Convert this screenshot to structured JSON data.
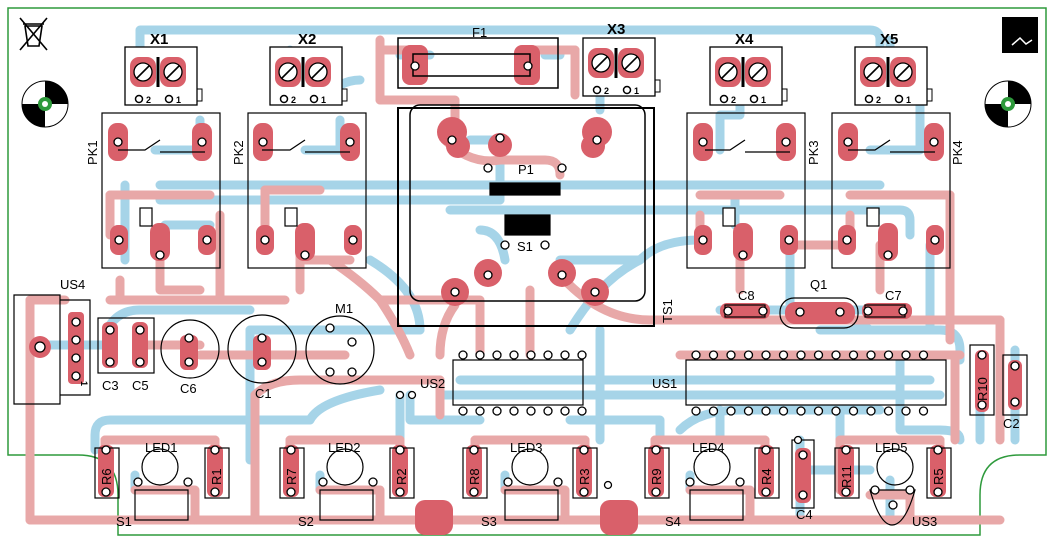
{
  "colors": {
    "board_outline": "#2e9a3c",
    "top_layer": "#a6d4e8",
    "bottom_layer": "#e8a8a8",
    "pad": "#d9606a",
    "silk": "#000000"
  },
  "icons": {
    "weee": "crossed-bin-icon",
    "fiducial": "fiducial-target-icon",
    "logo": "corner-logo-icon"
  },
  "connectors": [
    {
      "name": "X1",
      "pin1": "1",
      "pin2": "2"
    },
    {
      "name": "X2",
      "pin1": "1",
      "pin2": "2"
    },
    {
      "name": "X3",
      "pin1": "1",
      "pin2": "2"
    },
    {
      "name": "X4",
      "pin1": "1",
      "pin2": "2"
    },
    {
      "name": "X5",
      "pin1": "1",
      "pin2": "2"
    }
  ],
  "fuse": "F1",
  "relays": [
    "PK1",
    "PK2",
    "PK3",
    "PK4"
  ],
  "transformer": {
    "name": "TS1",
    "primary": "P1",
    "secondary": "S1"
  },
  "regulator": {
    "name": "US4",
    "pin1": "1"
  },
  "caps": {
    "c1": "C1",
    "c2": "C2",
    "c3": "C3",
    "c4": "C4",
    "c5": "C5",
    "c6": "C6",
    "c7": "C7",
    "c8": "C8"
  },
  "crystal": "Q1",
  "buzzer": "M1",
  "ics": {
    "us1": "US1",
    "us2": "US2",
    "us3": "US3"
  },
  "resistors": {
    "r1": "R1",
    "r2": "R2",
    "r3": "R3",
    "r4": "R4",
    "r5": "R5",
    "r6": "R6",
    "r7": "R7",
    "r8": "R8",
    "r9": "R9",
    "r10": "R10",
    "r11": "R11"
  },
  "leds": [
    "LED1",
    "LED2",
    "LED3",
    "LED4",
    "LED5"
  ],
  "switches": [
    "S1",
    "S2",
    "S3",
    "S4"
  ]
}
